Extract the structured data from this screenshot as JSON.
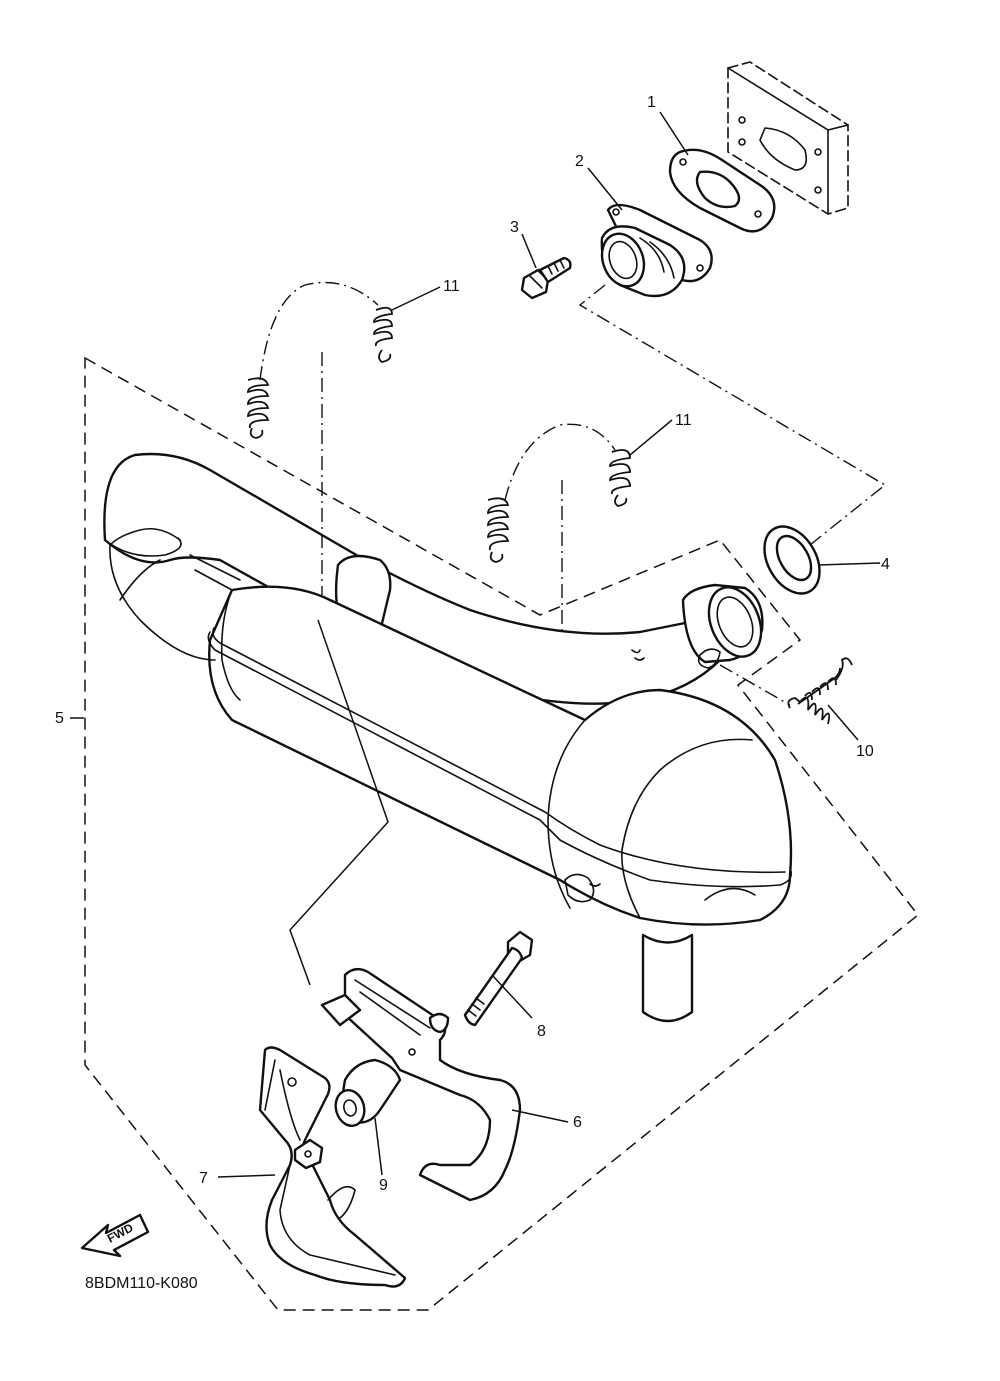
{
  "diagram": {
    "drawing_code": "8BDM110-K080",
    "direction_label": "FWD",
    "callouts": [
      {
        "id": "1",
        "label": "1"
      },
      {
        "id": "2",
        "label": "2"
      },
      {
        "id": "3",
        "label": "3"
      },
      {
        "id": "4",
        "label": "4"
      },
      {
        "id": "5",
        "label": "5"
      },
      {
        "id": "6",
        "label": "6"
      },
      {
        "id": "7",
        "label": "7"
      },
      {
        "id": "8",
        "label": "8"
      },
      {
        "id": "9",
        "label": "9"
      },
      {
        "id": "10",
        "label": "10"
      },
      {
        "id": "11a",
        "label": "11"
      },
      {
        "id": "11b",
        "label": "11"
      }
    ]
  }
}
